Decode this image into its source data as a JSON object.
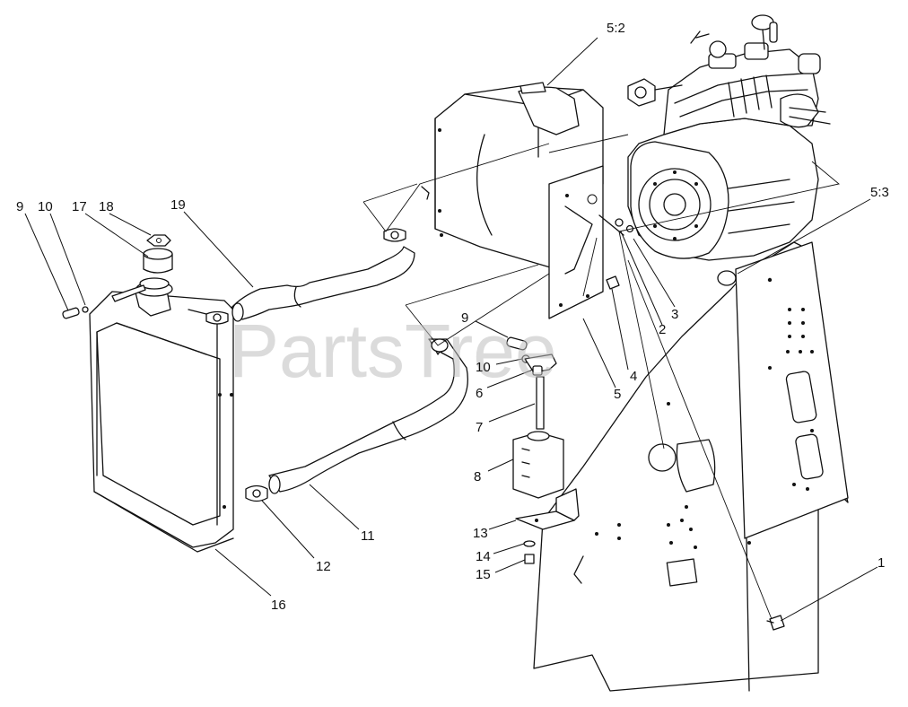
{
  "watermark": "PartsTree",
  "callouts": {
    "c1": "1",
    "c2": "2",
    "c3": "3",
    "c4": "4",
    "c5": "5",
    "c5_2": "5:2",
    "c5_3": "5:3",
    "c6": "6",
    "c7": "7",
    "c8": "8",
    "c9a": "9",
    "c9b": "9",
    "c10a": "10",
    "c10b": "10",
    "c11": "11",
    "c12": "12",
    "c13": "13",
    "c14": "14",
    "c15": "15",
    "c16": "16",
    "c17": "17",
    "c18": "18",
    "c19": "19"
  }
}
